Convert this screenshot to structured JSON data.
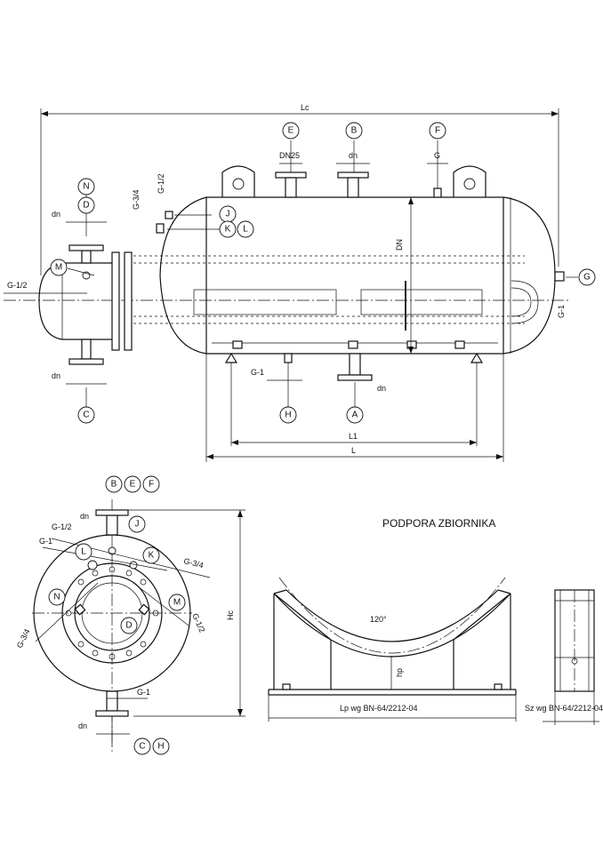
{
  "side_view": {
    "overall_length": "Lc",
    "length": "L",
    "support_spacing": "L1",
    "shell_diameter": "DN",
    "nozzle_dn25": "DN25",
    "nozzle_dn": "dn",
    "thread_g": "G",
    "thread_g1": "G-1",
    "thread_g12": "G-1/2",
    "thread_g34": "G-3/4"
  },
  "end_view": {
    "height": "Hc",
    "dn": "dn",
    "g1": "G-1",
    "g12": "G-1/2",
    "g34": "G-3/4"
  },
  "support": {
    "title": "PODPORA ZBIORNIKA",
    "angle": "120°",
    "hp": "hp",
    "length_label": "Lp wg BN-64/2212-04",
    "width_label": "Sz wg BN-64/2212-04"
  },
  "callouts": {
    "A": "A",
    "B": "B",
    "C": "C",
    "D": "D",
    "E": "E",
    "F": "F",
    "G": "G",
    "H": "H",
    "J": "J",
    "K": "K",
    "L": "L",
    "M": "M",
    "N": "N"
  }
}
